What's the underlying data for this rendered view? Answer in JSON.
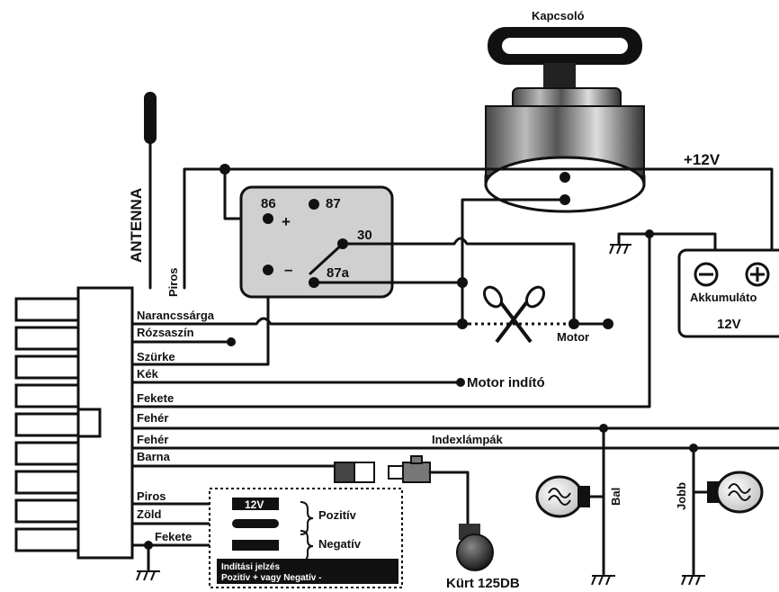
{
  "ignition_switch": {
    "label": "Kapcsoló"
  },
  "antenna": {
    "label": "ANTENNA"
  },
  "supply": {
    "label": "+12V"
  },
  "relay": {
    "pin86": "86",
    "pin87": "87",
    "pin30": "30",
    "pin87a": "87a",
    "plus": "+",
    "minus": "–"
  },
  "battery": {
    "label": "Akkumuláto",
    "voltage": "12V"
  },
  "wires": {
    "piros_top": "Piros",
    "narancssarga": "Narancssárga",
    "rozsaszin": "Rózsaszín",
    "szurke": "Szürke",
    "kek": "Kék",
    "fekete": "Fekete",
    "feher1": "Fehér",
    "feher2": "Fehér",
    "barna": "Barna",
    "piros_bottom": "Piros",
    "zold": "Zöld",
    "fekete_bottom": "Fekete"
  },
  "motor": {
    "label": "Motor"
  },
  "motor_start": {
    "label": "Motor indító"
  },
  "indicators": {
    "label": "Indexlámpák",
    "left": "Bal",
    "right": "Jobb"
  },
  "horn": {
    "label": "Kürt 125DB"
  },
  "polarity_box": {
    "tag_12v": "12V",
    "positive": "Pozitív",
    "negative": "Negatív",
    "note_line1": "Indítási jelzés",
    "note_line2": "Pozitív + vagy Negatív -"
  }
}
